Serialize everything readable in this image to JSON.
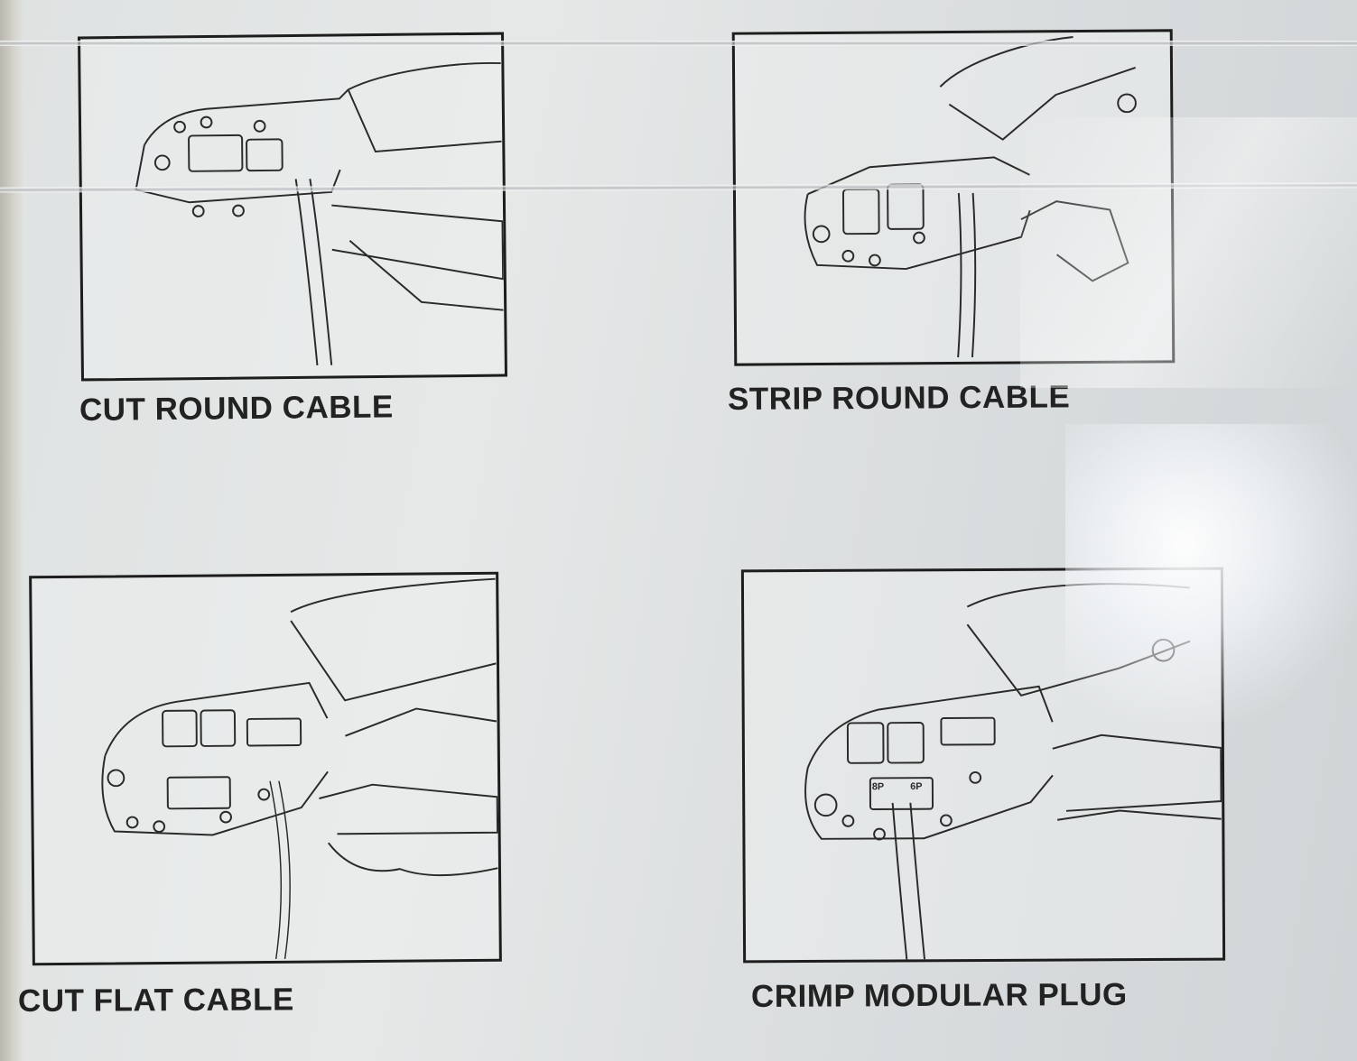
{
  "panels": [
    {
      "id": "cut-round",
      "caption": "CUT ROUND CABLE"
    },
    {
      "id": "strip-round",
      "caption": "STRIP ROUND CABLE"
    },
    {
      "id": "cut-flat",
      "caption": "CUT FLAT CABLE"
    },
    {
      "id": "crimp-plug",
      "caption": "CRIMP MODULAR PLUG",
      "labels": [
        "8P",
        "6P"
      ]
    }
  ],
  "colors": {
    "ink": "#1d1d1d",
    "paper": "#e3e5e5"
  }
}
